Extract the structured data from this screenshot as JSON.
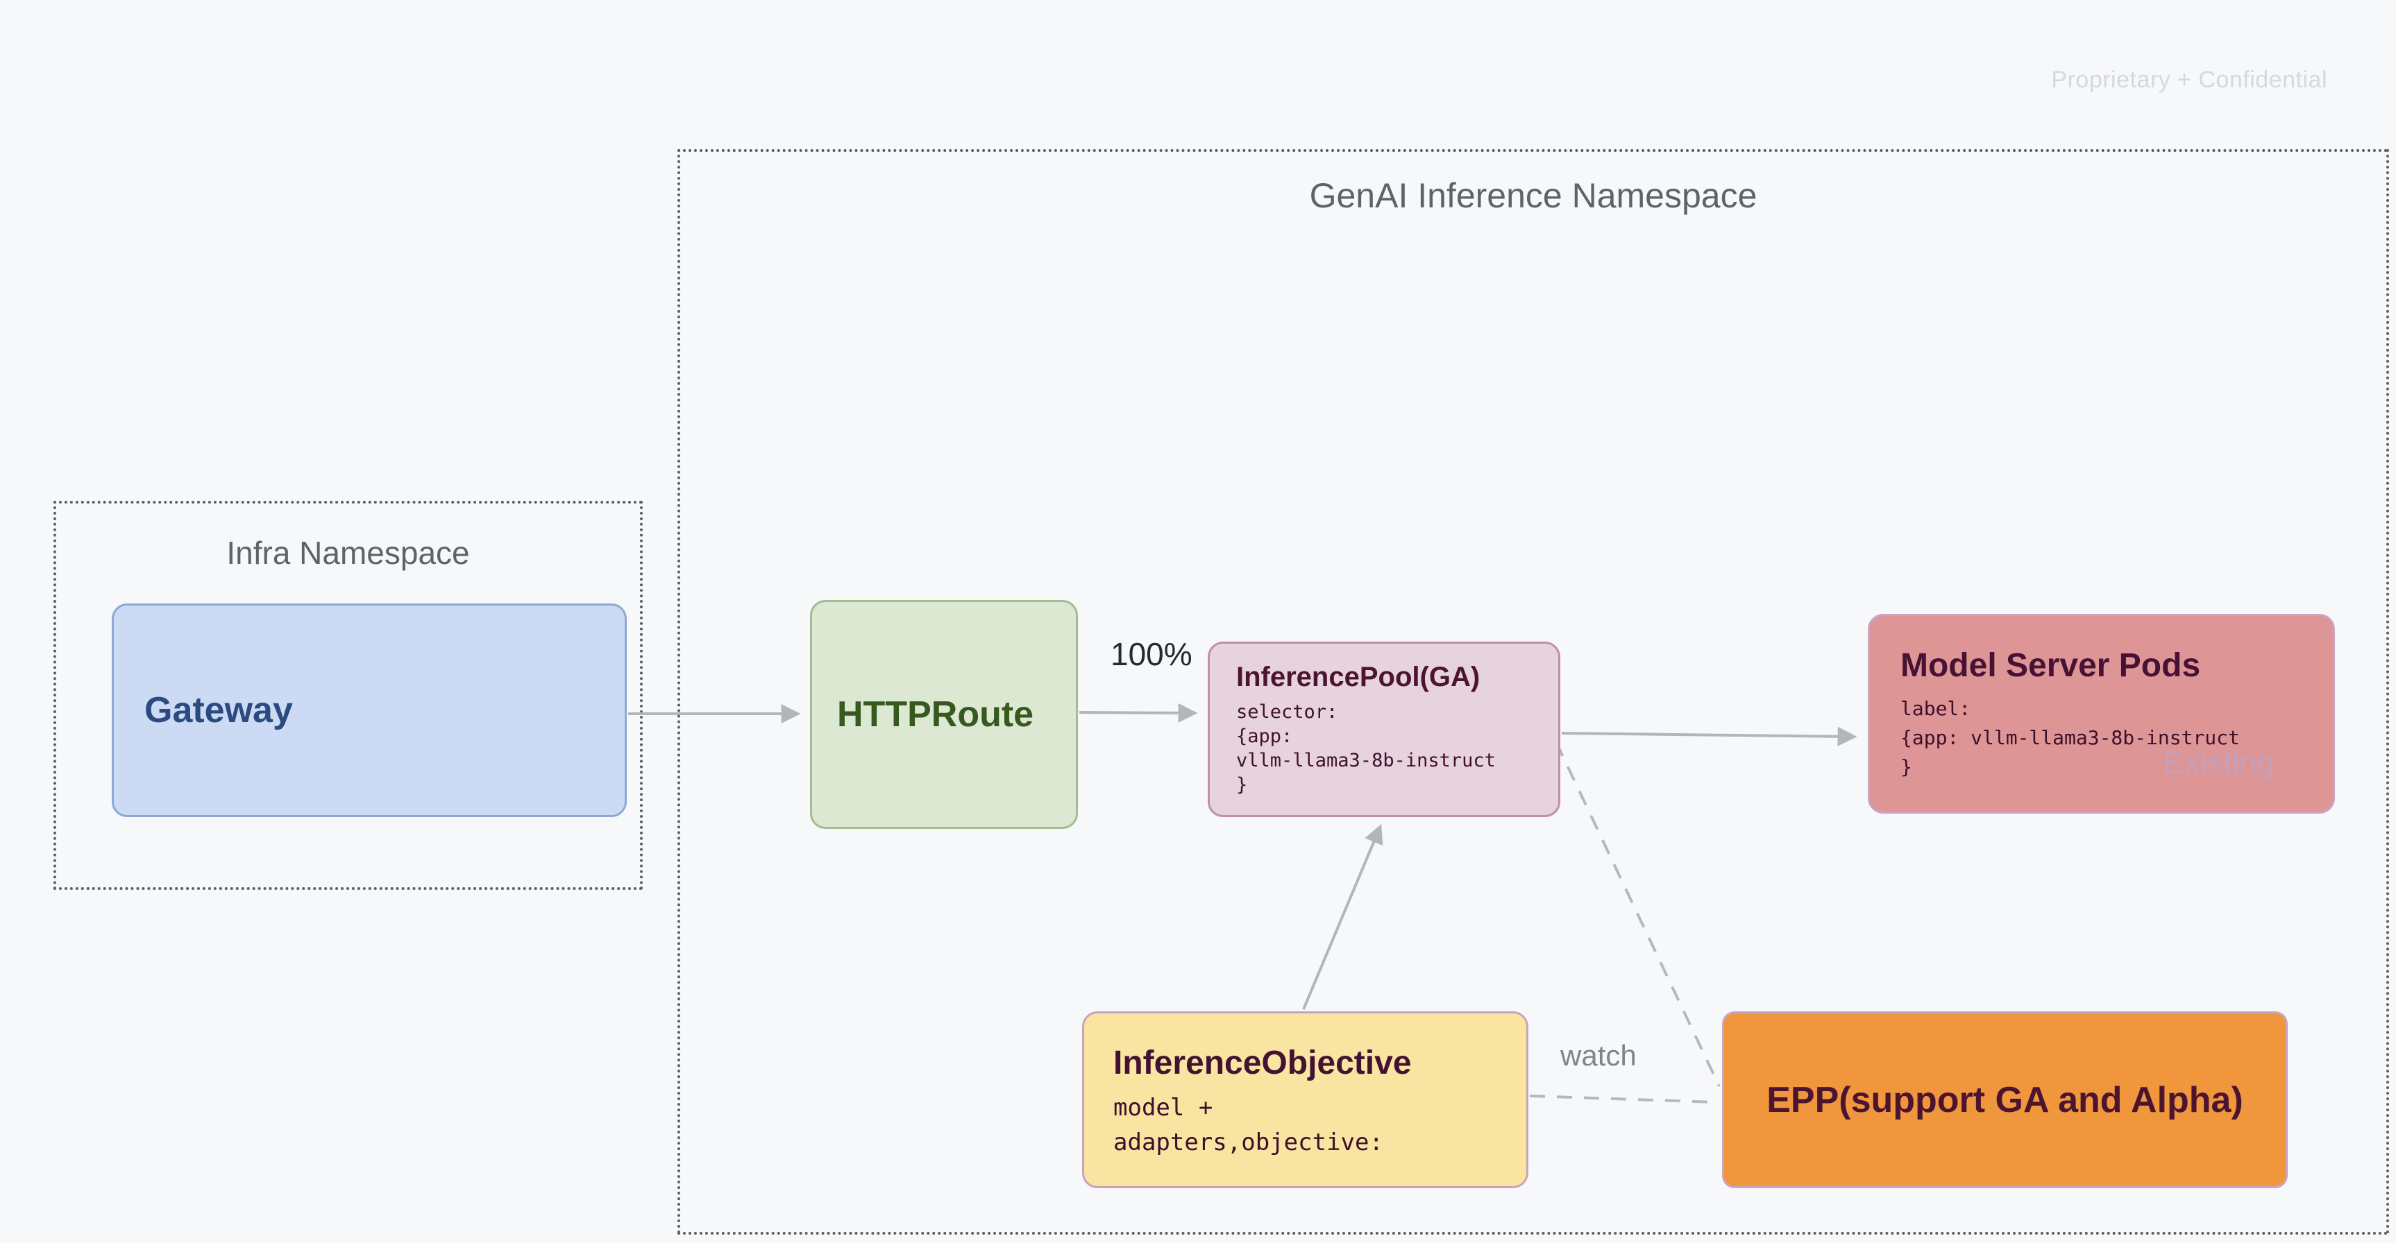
{
  "watermark": "Proprietary + Confidential",
  "genai_namespace": {
    "title": "GenAI Inference Namespace"
  },
  "infra_namespace": {
    "title": "Infra Namespace"
  },
  "nodes": {
    "gateway": {
      "label": "Gateway"
    },
    "httproute": {
      "label": "HTTPRoute"
    },
    "inference_pool": {
      "title": "InferencePool(GA)",
      "code_lines": [
        "selector:",
        "{app:",
        "vllm-llama3-8b-instruct",
        "}"
      ]
    },
    "model_server_pods": {
      "title": "Model Server Pods",
      "code_lines": [
        "label:",
        "{app: vllm-llama3-8b-instruct",
        "}"
      ],
      "tag": "Existing"
    },
    "inference_objective": {
      "title": "InferenceObjective",
      "code_lines": [
        "model +",
        "adapters,objective:"
      ]
    },
    "epp": {
      "label": "EPP(support GA and Alpha)"
    }
  },
  "edge_labels": {
    "traffic_percent": "100%",
    "watch": "watch"
  },
  "colors": {
    "background": "#f7f8fa",
    "namespace_border": "#5b5e62",
    "namespace_title": "#5f6368",
    "gateway_fill": "#ccdaf4",
    "gateway_border": "#8ea7d4",
    "gateway_text": "#2b4a80",
    "httproute_fill": "#dce8d2",
    "httproute_border": "#a3bd8e",
    "httproute_text": "#36591f",
    "inference_pool_fill": "#e6d3dd",
    "inference_pool_border": "#c18da9",
    "inference_pool_text": "#4d1430",
    "model_server_pods_fill": "#dd9596",
    "model_server_pods_border": "#cba4c4",
    "model_server_pods_text": "#471233",
    "existing_tag_text": "#c5a0bd",
    "inference_objective_fill": "#f9e4a2",
    "inference_objective_border": "#c9a3bb",
    "epp_fill": "#f0963d",
    "epp_border": "#cba4c4",
    "epp_text": "#4d1430",
    "arrow": "#b2b5b9",
    "watermark_text": "#d6d8db",
    "watch_text": "#7e858b",
    "traffic_label_text": "#26292d"
  }
}
